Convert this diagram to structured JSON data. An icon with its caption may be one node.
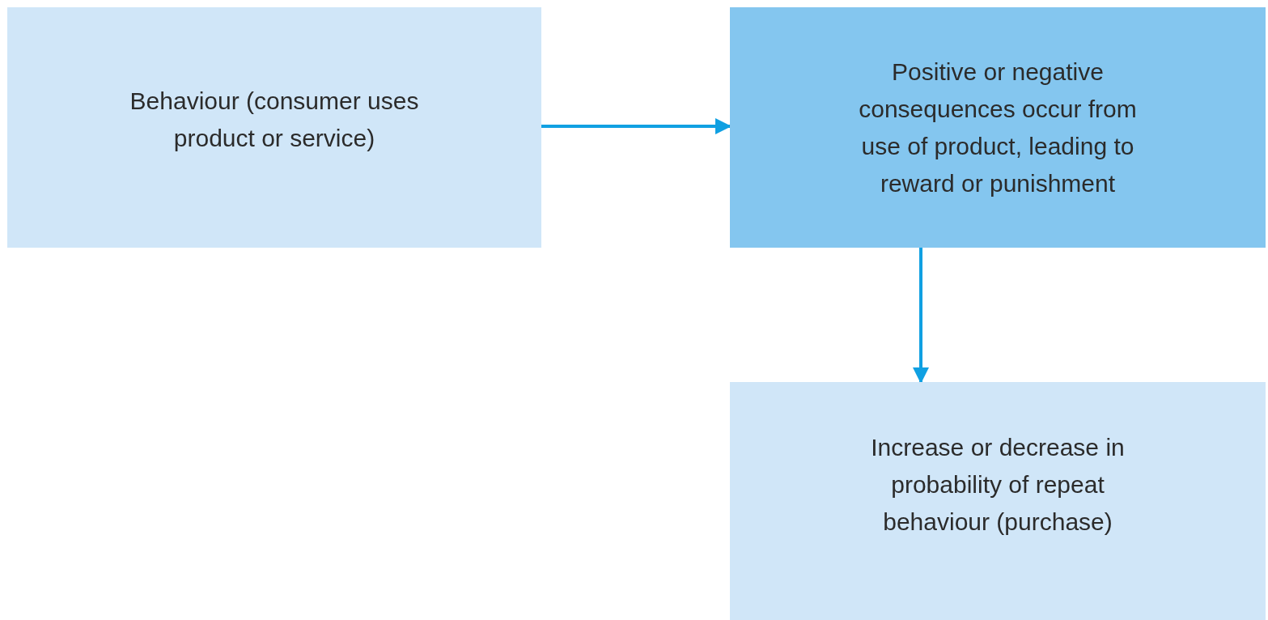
{
  "diagram": {
    "nodes": [
      {
        "text": [
          "Behaviour (consumer uses product or service)"
        ]
      },
      {
        "text": [
          "Positive or negative consequences occur from use of product, leading to reward or punishment"
        ]
      },
      {
        "text": [
          "Increase or decrease in probability of repeat behaviour (purchase)"
        ]
      }
    ],
    "edges": [
      {
        "from": 0,
        "to": 1,
        "arrow": "to"
      },
      {
        "from": 1,
        "to": 2,
        "arrow": "to"
      }
    ]
  }
}
